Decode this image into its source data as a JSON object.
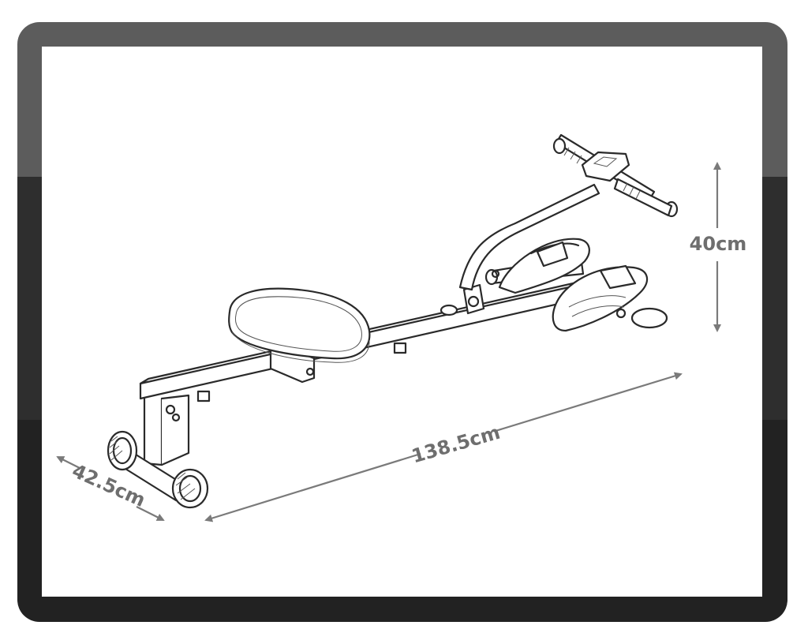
{
  "dimensions": {
    "height": "40cm",
    "length": "138.5cm",
    "width": "42.5cm"
  },
  "colors": {
    "frame_top": "#5c5c5c",
    "frame_mid": "#2e2e2e",
    "frame_bottom": "#222222",
    "dimension_text": "#6e6e6e",
    "line_art": "#2a2a2a"
  }
}
